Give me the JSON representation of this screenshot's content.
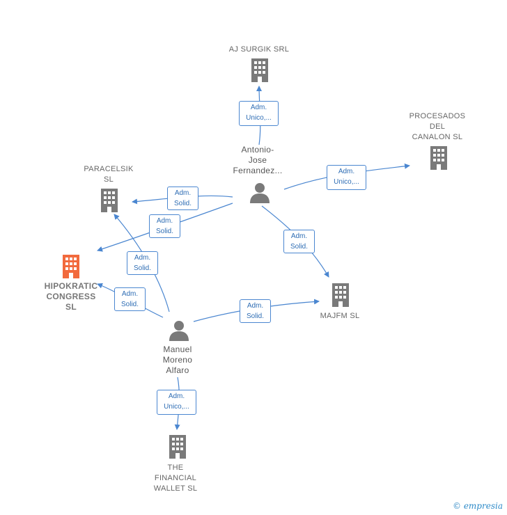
{
  "nodes": {
    "aj_surgik": {
      "label": "AJ SURGIK SRL"
    },
    "procesados": {
      "label": "PROCESADOS\nDEL\nCANALON  SL"
    },
    "paracelsik": {
      "label": "PARACELSIK\nSL"
    },
    "hipokratic": {
      "label": "HIPOKRATIC\nCONGRESS\nSL"
    },
    "majfm": {
      "label": "MAJFM  SL"
    },
    "financial": {
      "label": "THE\nFINANCIAL\nWALLET  SL"
    },
    "antonio": {
      "label": "Antonio-\nJose\nFernandez..."
    },
    "manuel": {
      "label": "Manuel\nMoreno\nAlfaro"
    }
  },
  "edges": {
    "e1": {
      "label": "Adm.\nUnico,..."
    },
    "e2": {
      "label": "Adm.\nUnico,..."
    },
    "e3": {
      "label": "Adm.\nSolid."
    },
    "e4": {
      "label": "Adm.\nSolid."
    },
    "e5": {
      "label": "Adm.\nSolid."
    },
    "e6": {
      "label": "Adm.\nSolid."
    },
    "e7": {
      "label": "Adm.\nSolid."
    },
    "e8": {
      "label": "Adm.\nSolid."
    },
    "e9": {
      "label": "Adm.\nUnico,..."
    }
  },
  "colors": {
    "edge": "#4a86d0",
    "building": "#7a7a7a",
    "focus_building": "#f26a3d",
    "person": "#7a7a7a"
  },
  "footer": {
    "copyright": "©",
    "brand": "empresia"
  }
}
